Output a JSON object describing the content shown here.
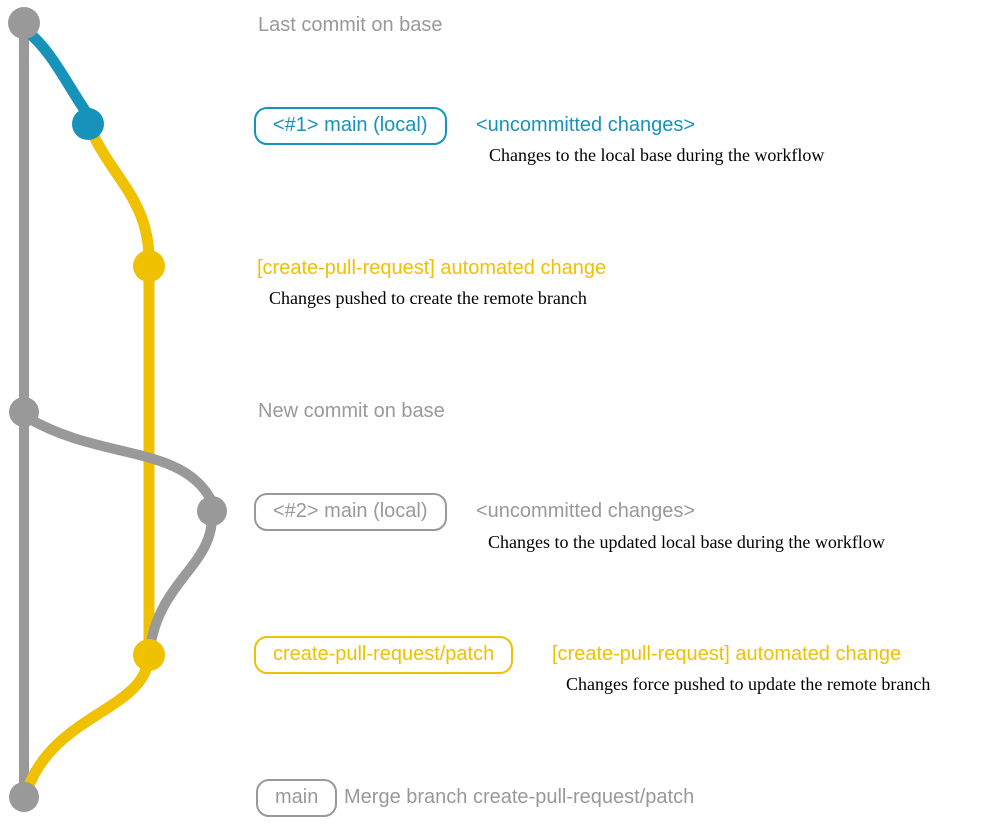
{
  "colors": {
    "teal": "#1793BB",
    "yellow": "#EFC100",
    "gray": "#999999",
    "ink": "#000000",
    "background": "#FFFFFF"
  },
  "rows": {
    "last_commit": {
      "message": "Last commit on base"
    },
    "uncommitted_1": {
      "badge": "<#1> main (local)",
      "note": "<uncommitted changes>",
      "description": "Changes to the local base during the workflow"
    },
    "automated_1": {
      "note": "[create-pull-request] automated change",
      "description": "Changes pushed to create the remote branch"
    },
    "new_commit": {
      "message": "New commit on base"
    },
    "uncommitted_2": {
      "badge": "<#2> main (local)",
      "note": "<uncommitted changes>",
      "description": "Changes to the updated local base during the workflow"
    },
    "automated_2": {
      "badge": "create-pull-request/patch",
      "note": "[create-pull-request] automated change",
      "description": "Changes force pushed to update the remote branch"
    },
    "merge": {
      "badge": "main",
      "message": "Merge branch create-pull-request/patch"
    }
  },
  "graph": {
    "branches": [
      {
        "name": "base",
        "color": "#999999"
      },
      {
        "name": "main-local",
        "color": "#1793BB"
      },
      {
        "name": "create-pull-request-patch",
        "color": "#EFC100"
      }
    ],
    "commits": [
      {
        "id": "last-commit-on-base",
        "branch": "base",
        "color": "#999999"
      },
      {
        "id": "uncommitted-changes-1",
        "branch": "main-local",
        "color": "#1793BB"
      },
      {
        "id": "automated-change-1",
        "branch": "create-pull-request-patch",
        "color": "#EFC100"
      },
      {
        "id": "new-commit-on-base",
        "branch": "base",
        "color": "#999999"
      },
      {
        "id": "uncommitted-changes-2",
        "branch": "main-local",
        "color": "#999999"
      },
      {
        "id": "automated-change-2",
        "branch": "create-pull-request-patch",
        "color": "#EFC100"
      },
      {
        "id": "merge-commit",
        "branch": "base",
        "color": "#999999"
      }
    ]
  }
}
